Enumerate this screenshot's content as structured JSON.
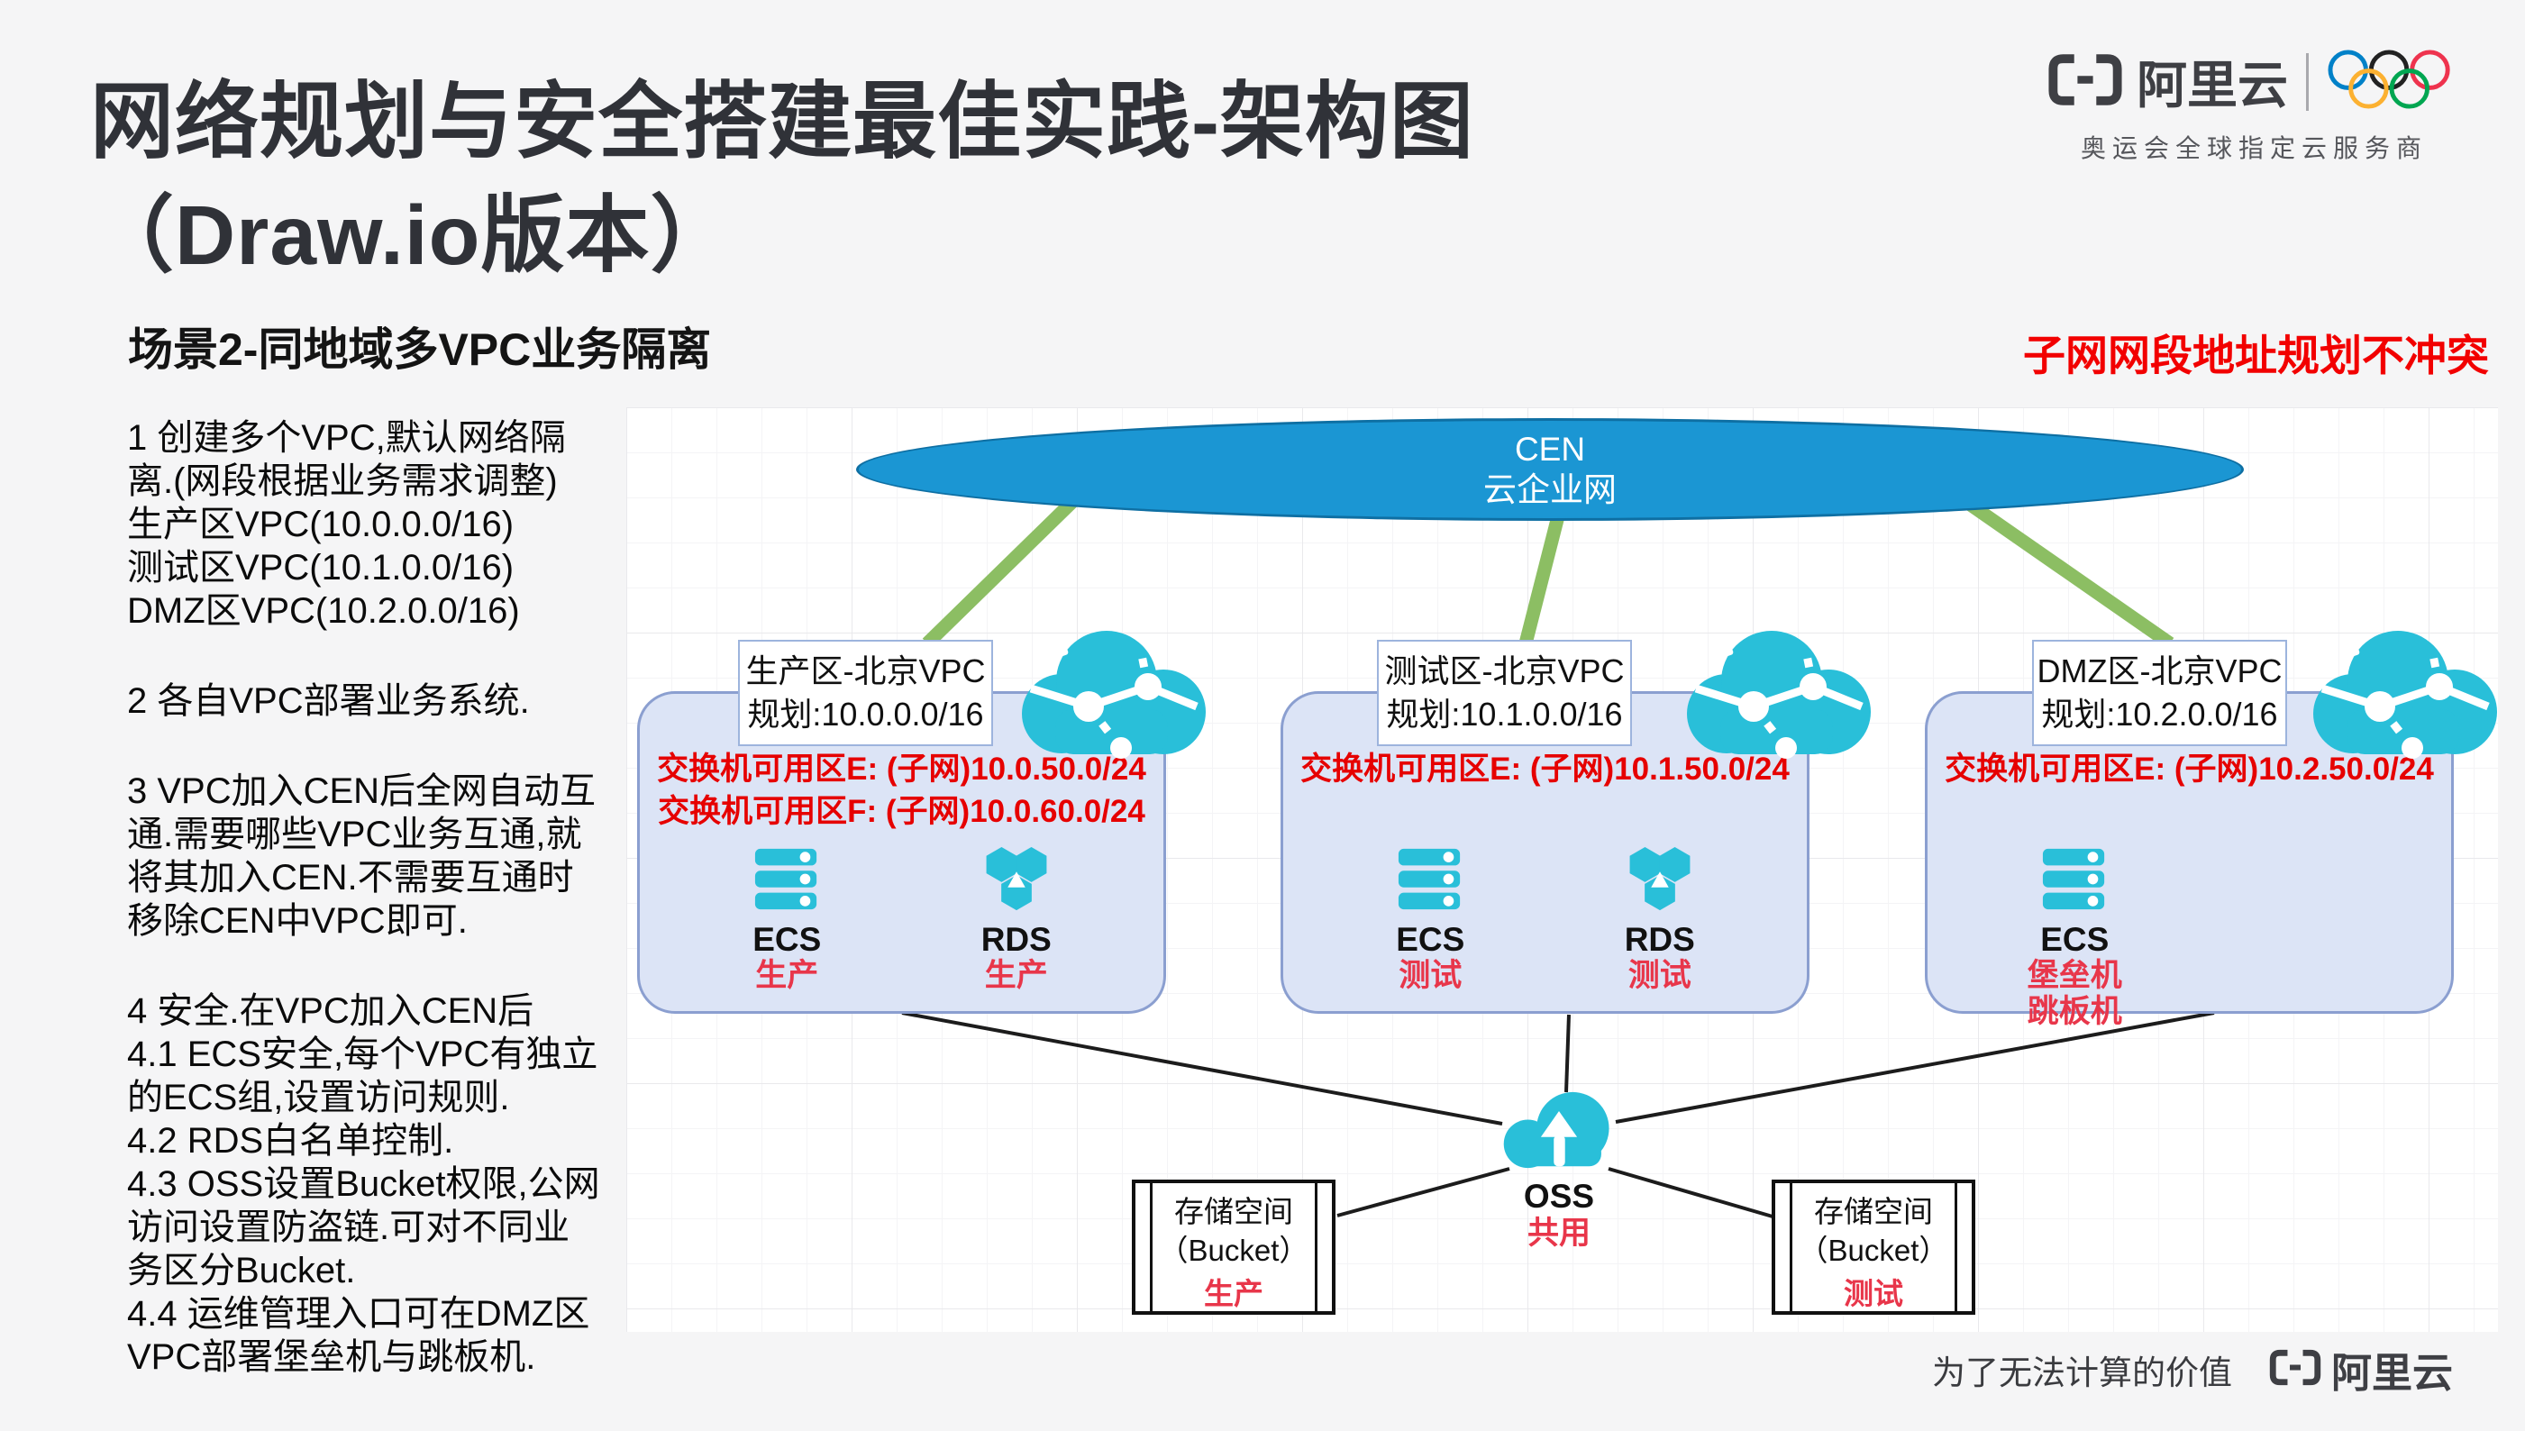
{
  "header": {
    "brand": "阿里云",
    "subtitle": "奥运会全球指定云服务商"
  },
  "title": {
    "line1": "网络规划与安全搭建最佳实践-架构图",
    "line2": "（Draw.io版本）"
  },
  "scene_heading": "场景2-同地域多VPC业务隔离",
  "top_right_note": "子网网段地址规划不冲突",
  "notes": [
    "1 创建多个VPC,默认网络隔\n离.(网段根据业务需求调整)\n生产区VPC(10.0.0.0/16)\n测试区VPC(10.1.0.0/16)\nDMZ区VPC(10.2.0.0/16)",
    "2 各自VPC部署业务系统.",
    "3 VPC加入CEN后全网自动互\n通.需要哪些VPC业务互通,就\n将其加入CEN.不需要互通时\n移除CEN中VPC即可.",
    "4 安全.在VPC加入CEN后\n4.1 ECS安全,每个VPC有独立\n的ECS组,设置访问规则.\n4.2 RDS白名单控制.\n4.3 OSS设置Bucket权限,公网\n访问设置防盗链.可对不同业\n务区分Bucket.\n4.4 运维管理入口可在DMZ区\nVPC部署堡垒机与跳板机."
  ],
  "diagram": {
    "cen": {
      "line1": "CEN",
      "line2": "云企业网"
    },
    "vpcs": [
      {
        "name": "生产区-北京VPC",
        "plan": "规划:10.0.0.0/16",
        "switches": [
          "交换机可用区E: (子网)10.0.50.0/24",
          "交换机可用区F: (子网)10.0.60.0/24"
        ],
        "nodes": [
          {
            "label": "ECS",
            "sub": "生产"
          },
          {
            "label": "RDS",
            "sub": "生产"
          }
        ]
      },
      {
        "name": "测试区-北京VPC",
        "plan": "规划:10.1.0.0/16",
        "switches": [
          "交换机可用区E: (子网)10.1.50.0/24"
        ],
        "nodes": [
          {
            "label": "ECS",
            "sub": "测试"
          },
          {
            "label": "RDS",
            "sub": "测试"
          }
        ]
      },
      {
        "name": "DMZ区-北京VPC",
        "plan": "规划:10.2.0.0/16",
        "switches": [
          "交换机可用区E: (子网)10.2.50.0/24"
        ],
        "nodes": [
          {
            "label": "ECS",
            "sub": "堡垒机\n跳板机"
          }
        ]
      }
    ],
    "oss": {
      "label": "OSS",
      "sub": "共用"
    },
    "buckets": [
      {
        "line1": "存储空间",
        "line2": "（Bucket）",
        "sub": "生产"
      },
      {
        "line1": "存储空间",
        "line2": "（Bucket）",
        "sub": "测试"
      }
    ],
    "colors": {
      "cen_fill": "#1B96D3",
      "cen_border": "#0E6FA3",
      "connector_green": "#8CBE63",
      "icon_cyan": "#29BFD9",
      "vpc_fill": "#DCE4F6",
      "vpc_border": "#8B9FD0",
      "subnet_red": "#E60000",
      "label_red": "#E8364A"
    }
  },
  "footer": {
    "slogan": "为了无法计算的价值",
    "brand": "阿里云"
  }
}
